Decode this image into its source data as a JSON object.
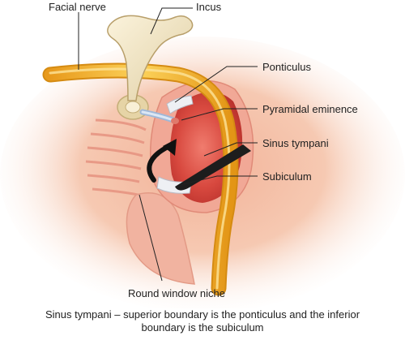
{
  "labels": {
    "facial_nerve": "Facial nerve",
    "incus": "Incus",
    "ponticulus": "Ponticulus",
    "pyramidal_eminence": "Pyramidal eminence",
    "sinus_tympani": "Sinus tympani",
    "subiculum": "Subiculum",
    "round_window_niche": "Round window niche"
  },
  "caption": {
    "line1": "Sinus tympani – superior boundary is the ponticulus and the inferior",
    "line2": "boundary is the subiculum"
  },
  "colors": {
    "background_glow": "#f6c7ad",
    "tissue_pink": "#efa999",
    "cavity_red": "#d2483d",
    "nerve_yellow": "#f4b930",
    "bone_cream": "#f2e5c5",
    "arrow_black": "#111111"
  }
}
